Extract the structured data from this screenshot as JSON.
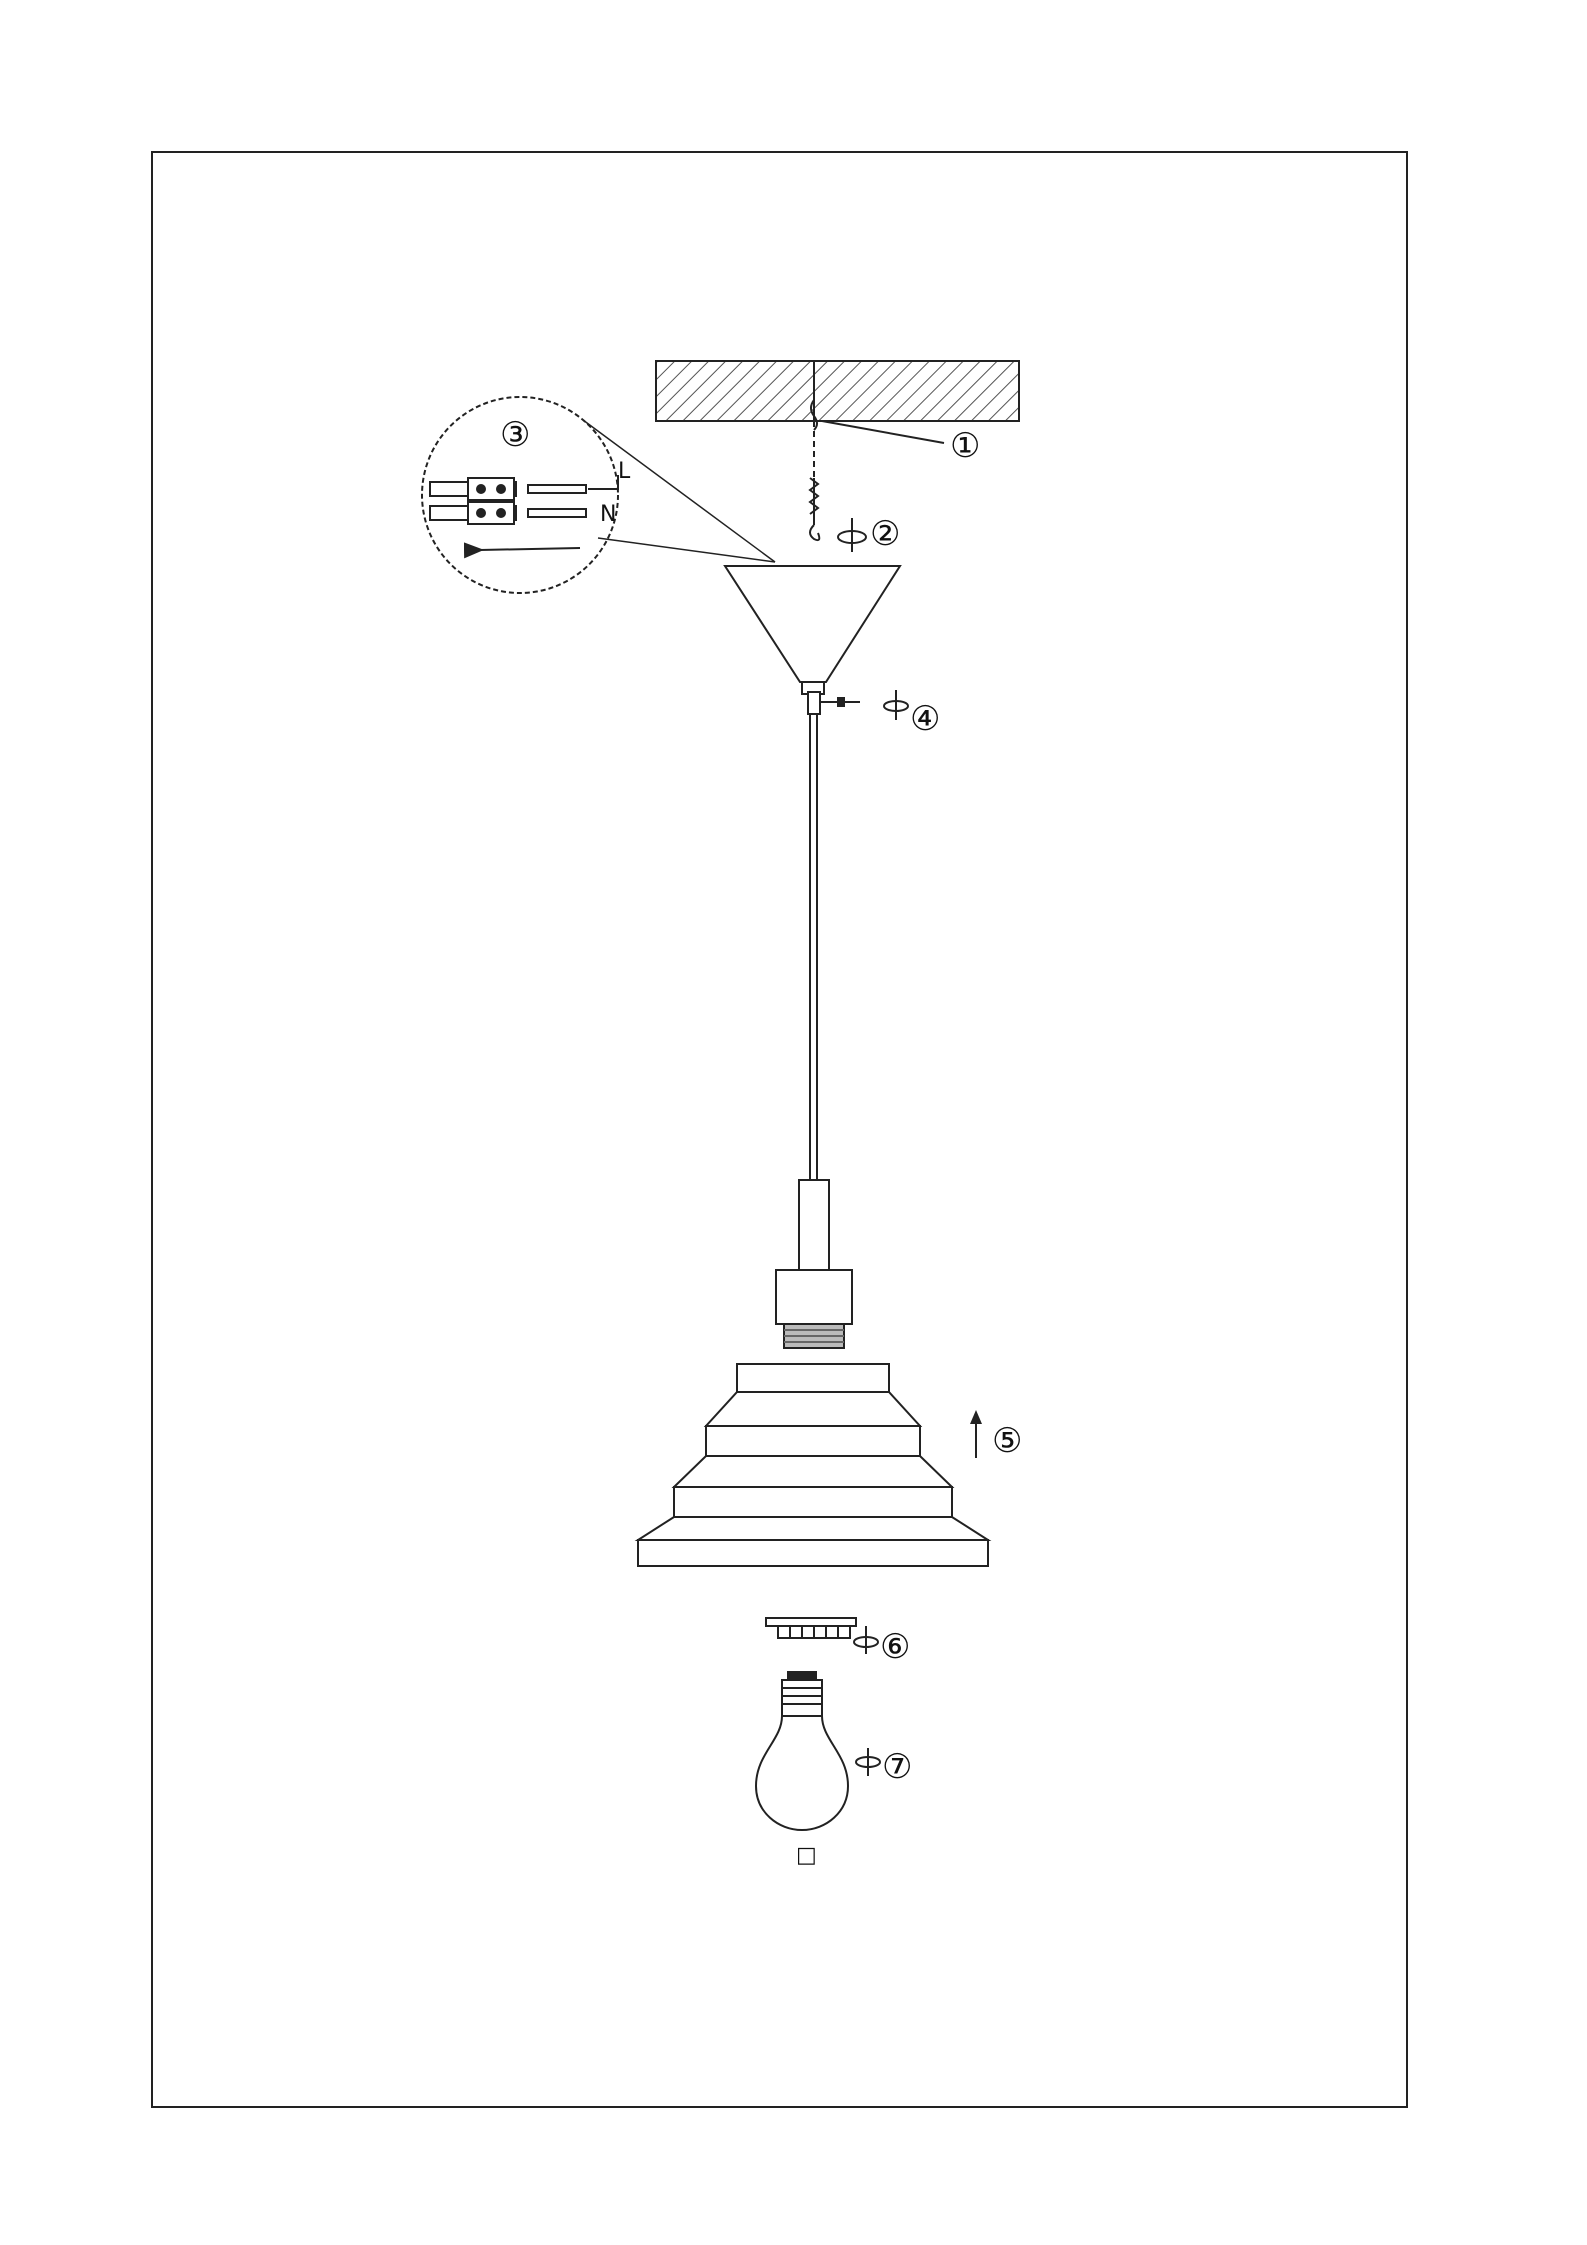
{
  "steps": {
    "s1": "①",
    "s2": "②",
    "s3": "③",
    "s4": "④",
    "s5": "⑤",
    "s6": "⑥",
    "s7": "⑦"
  },
  "terminals": {
    "live": "L",
    "neutral": "N"
  },
  "footer_mark": "□",
  "colors": {
    "line": "#222222",
    "hatch": "#555555",
    "background": "#ffffff"
  }
}
